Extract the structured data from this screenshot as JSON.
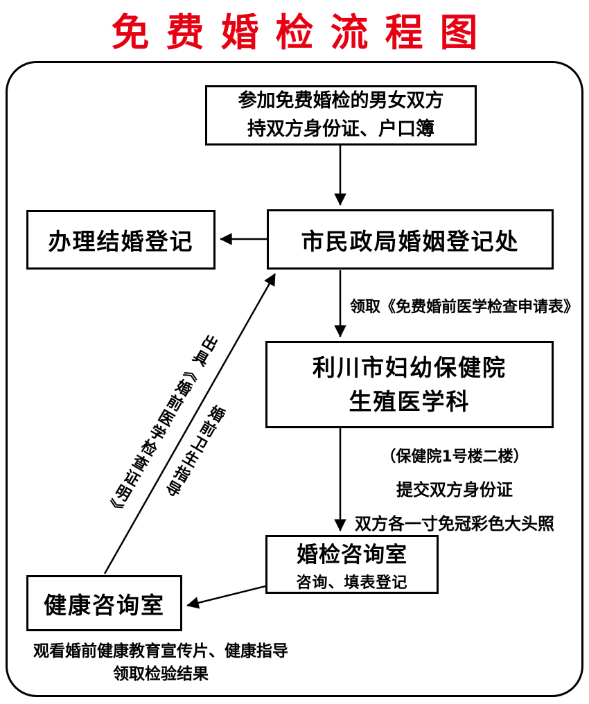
{
  "title": "免费婚检流程图",
  "colors": {
    "title_red": "#e60012",
    "line_black": "#000000"
  },
  "nodes": {
    "start": {
      "line1": "参加免费婚检的男女双方",
      "line2": "持双方身份证、户口簿"
    },
    "registry": {
      "label": "市民政局婚姻登记处"
    },
    "marriage": {
      "label": "办理结婚登记"
    },
    "hospital": {
      "line1": "利川市妇幼保健院",
      "line2": "生殖医学科"
    },
    "consult": {
      "line1": "婚检咨询室",
      "line2": "咨询、填表登记"
    },
    "health": {
      "label": "健康咨询室"
    }
  },
  "labels": {
    "apply_form": "领取《免费婚前医学检查申请表》",
    "location": "（保健院1号楼二楼）",
    "submit_id": "提交双方身份证",
    "photo": "双方各一寸免冠彩色大头照",
    "certificate": "出具《婚前医学检查证明》",
    "guidance": "婚前卫生指导",
    "watch": "观看婚前健康教育宣传片、健康指导",
    "result": "领取检验结果"
  }
}
